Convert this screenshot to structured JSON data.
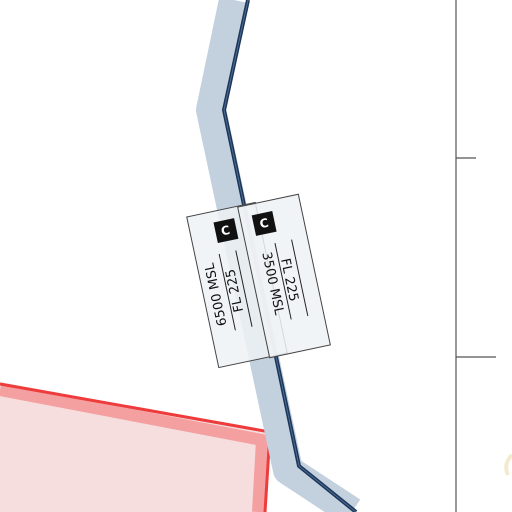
{
  "colors": {
    "background": "#ffffff",
    "airway_buffer": "#c3d1df",
    "airway_line": "#1d3556",
    "restricted_fill": "#f6dede",
    "restricted_edge": "#ee3b3b",
    "restricted_edge_soft": "#f4a0a0",
    "grid_line": "#555555",
    "label_box_fill": "#eef2f6",
    "label_box_stroke": "#444444",
    "badge_fill": "#111111"
  },
  "airway_labels": [
    {
      "class_badge": "C",
      "floor": "FL 225",
      "ceiling": "6500 MSL"
    },
    {
      "class_badge": "C",
      "floor": "FL 225",
      "ceiling": "3500 MSL"
    }
  ]
}
